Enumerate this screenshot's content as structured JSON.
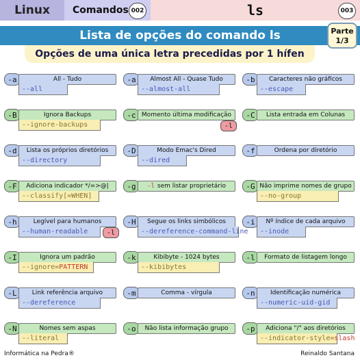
{
  "header": {
    "section": "Linux",
    "category": "Comandos",
    "category_number": "002",
    "command": "ls",
    "command_number": "003"
  },
  "title": "Lista de opções do comando ls",
  "part_badge": {
    "line1": "Parte",
    "line2": "1/3"
  },
  "subtitle": "Opções de uma única letra precedidas por 1 hífen",
  "colors": {
    "blue_card": "#c8d6f2",
    "green_card": "#c5e8bf",
    "title_bar": "#2f8bc0",
    "long_option_note": "#f9eeb3"
  },
  "options": [
    {
      "short": "-a",
      "desc": "All - Tudo",
      "long": "--all"
    },
    {
      "short": "-a",
      "desc": "Almost All - Quase Tudo",
      "long": "--almost-all"
    },
    {
      "short": "-b",
      "desc": "Caracteres não gráficos",
      "long": "--escape"
    },
    {
      "short": "-B",
      "desc": "Ignora Backups",
      "long": "--ignore-backups"
    },
    {
      "short": "-c",
      "desc": "Momento última modificação",
      "extra": "-l"
    },
    {
      "short": "-C",
      "desc": "Lista entrada em Colunas"
    },
    {
      "short": "-d",
      "desc": "Lista os próprios diretórios",
      "long": "--directory"
    },
    {
      "short": "-D",
      "desc": "Modo Emac's Dired",
      "long": "--dired"
    },
    {
      "short": "-f",
      "desc": "Ordena por diretório"
    },
    {
      "short": "-F",
      "desc": "Adiciona indicador */=>@|",
      "long": "--classify[=WHEN]"
    },
    {
      "short": "-g",
      "desc_prefix": "-l",
      "desc": "sem listar proprietário"
    },
    {
      "short": "-G",
      "desc": "Não imprime nomes de grupo",
      "long": "--no-group"
    },
    {
      "short": "-h",
      "desc": "Legível para humanos",
      "long": "--human-readable",
      "extra": "-l"
    },
    {
      "short": "-H",
      "desc": "Segue os links simbólicos",
      "long": "--dereference-command-line"
    },
    {
      "short": "-i",
      "desc": "Nº índice de cada arquivo",
      "long": "--inode"
    },
    {
      "short": "-I",
      "desc": "Ignora um padrão",
      "long": "--ignore=",
      "long_param": "PATTERN"
    },
    {
      "short": "-k",
      "desc": "Kibibyte - 1024 bytes",
      "long": "--kibibytes"
    },
    {
      "short": "-l",
      "desc": "Formato de listagem longo"
    },
    {
      "short": "-L",
      "desc": "Link referência arquivo",
      "long": "--dereference"
    },
    {
      "short": "-m",
      "desc": "Comma - vírgula"
    },
    {
      "short": "-n",
      "desc": "Identificação numérica",
      "long": "--numeric-uid-gid"
    },
    {
      "short": "-N",
      "desc": "Nomes sem aspas",
      "long": "--literal"
    },
    {
      "short": "-o",
      "desc": "Não lista informação grupo"
    },
    {
      "short": "-p",
      "desc": "Adiciona \"/\" aos diretórios",
      "long": "--indicator-style=",
      "long_param": "slash"
    }
  ],
  "footer": {
    "left": "Informática na Pedra®",
    "right": "Reinaldo Santana"
  }
}
